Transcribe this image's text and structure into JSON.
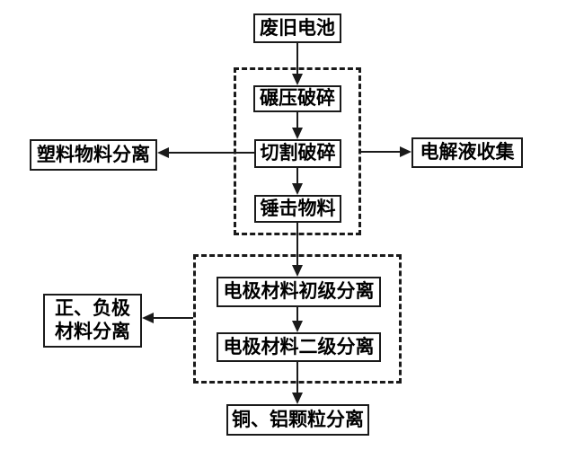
{
  "diagram": {
    "type": "flowchart",
    "background_color": "#ffffff",
    "line_color": "#1a1a1a",
    "text_color": "#000000",
    "nodes": {
      "waste_battery": "废旧电池",
      "roll_crushing": "碾压破碎",
      "cutting_crushing": "切割破碎",
      "hammering_material": "锤击物料",
      "plastic_material_separation": "塑料物料分离",
      "electrolyte_collection": "电解液收集",
      "electrode_primary_separation": "电极材料初级分离",
      "electrode_secondary_separation": "电极材料二级分离",
      "positive_negative_electrode_separation": {
        "line1": "正、负极",
        "line2": "材料分离"
      },
      "copper_aluminum_particle_separation": "铜、铝颗粒分离"
    },
    "groups": {
      "crushing_stage": [
        "碾压破碎",
        "切割破碎",
        "锤击物料"
      ],
      "electrode_separation_stage": [
        "电极材料初级分离",
        "电极材料二级分离"
      ]
    },
    "edges": [
      {
        "from": "waste_battery",
        "to": "roll_crushing",
        "direction": "down"
      },
      {
        "from": "roll_crushing",
        "to": "cutting_crushing",
        "direction": "down"
      },
      {
        "from": "cutting_crushing",
        "to": "plastic_material_separation",
        "direction": "left"
      },
      {
        "from": "crushing_stage",
        "to": "electrolyte_collection",
        "direction": "right"
      },
      {
        "from": "cutting_crushing",
        "to": "hammering_material",
        "direction": "down"
      },
      {
        "from": "hammering_material",
        "to": "electrode_primary_separation",
        "direction": "down"
      },
      {
        "from": "electrode_primary_separation",
        "to": "electrode_secondary_separation",
        "direction": "down"
      },
      {
        "from": "electrode_separation_stage",
        "to": "positive_negative_electrode_separation",
        "direction": "left"
      },
      {
        "from": "electrode_secondary_separation",
        "to": "copper_aluminum_particle_separation",
        "direction": "down"
      }
    ]
  }
}
